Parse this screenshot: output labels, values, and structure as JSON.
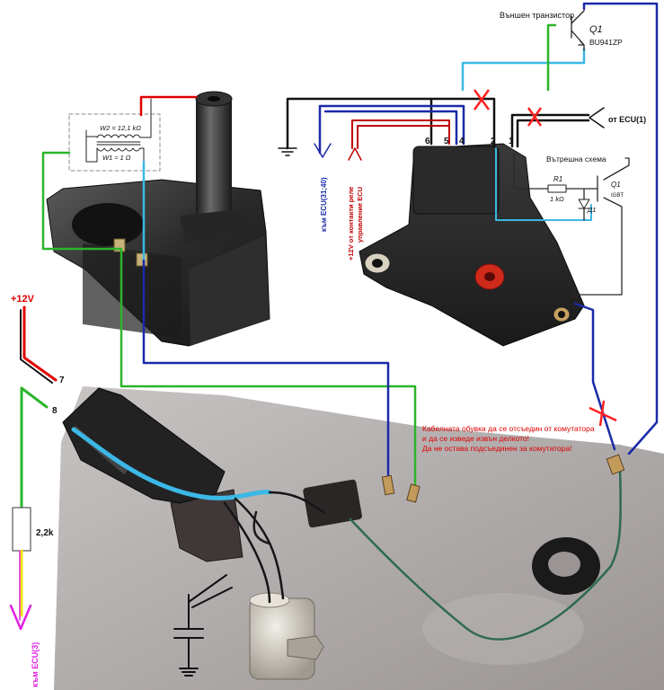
{
  "labels": {
    "ext_transistor_title": "Външен транзистор",
    "q1_ext": "Q1",
    "q1_ext_part": "BU941ZP",
    "from_ecu1": "от ECU(1)",
    "pin6": "6",
    "pin5": "5",
    "pin4": "4",
    "pin2": "2",
    "pin1": "1",
    "internal_title": "Вътрешна схема",
    "r1": "R1",
    "r1_val": "1 kΩ",
    "d1": "Д1",
    "q1_int": "Q1",
    "q1_int_type": "IGBT",
    "to_ecu_31_40": "към ECU(31;40)",
    "plus12_relay_1": "+12V от контакти реле",
    "plus12_relay_2": "управление ECU",
    "w2": "W2 = 12,1 kΩ",
    "w1": "W1 ≈ 1 Ω",
    "plus12v": "+12V",
    "pin7": "7",
    "pin8": "8",
    "res_val": "2,2k",
    "to_ecu3": "към ECU(3)"
  },
  "note": {
    "line1": "Кабелната обувка да се отсъедин от комутатора",
    "line2": "и да се изведе извън делкото!",
    "line3": "Да не остава подсъединен за комутатора!"
  },
  "colors": {
    "red_wire": "#e00000",
    "green_wire": "#2bb52b",
    "blue_wire": "#1a2aa8",
    "cyan_wire": "#3cb8e6",
    "black_wire": "#111111",
    "magenta": "#e020e0",
    "yellow": "#f2e600",
    "cross": "#ff2020"
  }
}
